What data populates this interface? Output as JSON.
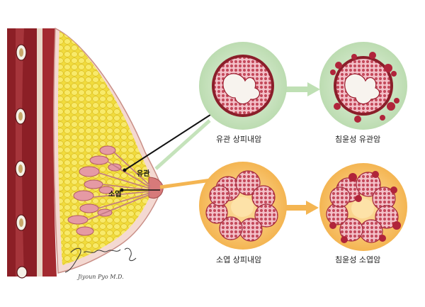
{
  "labels": {
    "duct": "유관",
    "lobule": "소엽",
    "dcis": "유관 상피내암",
    "idc": "침윤성 유관암",
    "lcis": "소엽 상피내암",
    "ilc": "침윤성 소엽암"
  },
  "signature": "Jiyoun Pyo M.D.",
  "colors": {
    "tissue_red": "#8b1e2a",
    "fat_yellow": "#f3e04a",
    "gland_pink": "#e39aa3",
    "duct_circle_bg": "#cfe6c6",
    "lobule_circle_bg": "#f7c46e",
    "green_arrow": "#bfe0b4",
    "orange_arrow": "#f7c46e",
    "cell_red": "#9b1c2e"
  }
}
